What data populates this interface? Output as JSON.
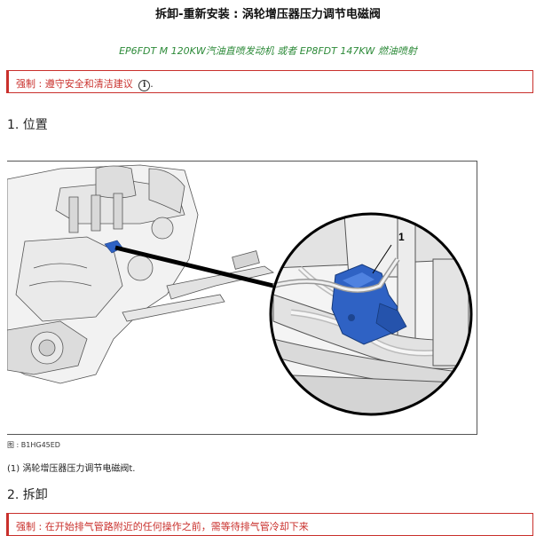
{
  "title": "拆卸-重新安装 : 涡轮增压器压力调节电磁阀",
  "subtitle": "EP6FDT M 120KW汽油直喷发动机 或者 EP8FDT 147KW 燃油喷射",
  "warning_top": {
    "label": "强制 : 遵守安全和清洁建议",
    "icon": "info-icon",
    "suffix": "."
  },
  "section1": "1. 位置",
  "figure": {
    "callout_number": "1",
    "caption": "图 : B1HG45ED"
  },
  "legend": "(1) 涡轮增压器压力调节电磁阀t.",
  "section2": "2. 拆卸",
  "warning_bottom": {
    "label": "强制 : 在开始排气管路附近的任何操作之前，需等待排气管冷却下来"
  },
  "colors": {
    "warning": "#c9302c",
    "subtitle": "#2e8b3a",
    "solenoid": "#2f62c4"
  }
}
